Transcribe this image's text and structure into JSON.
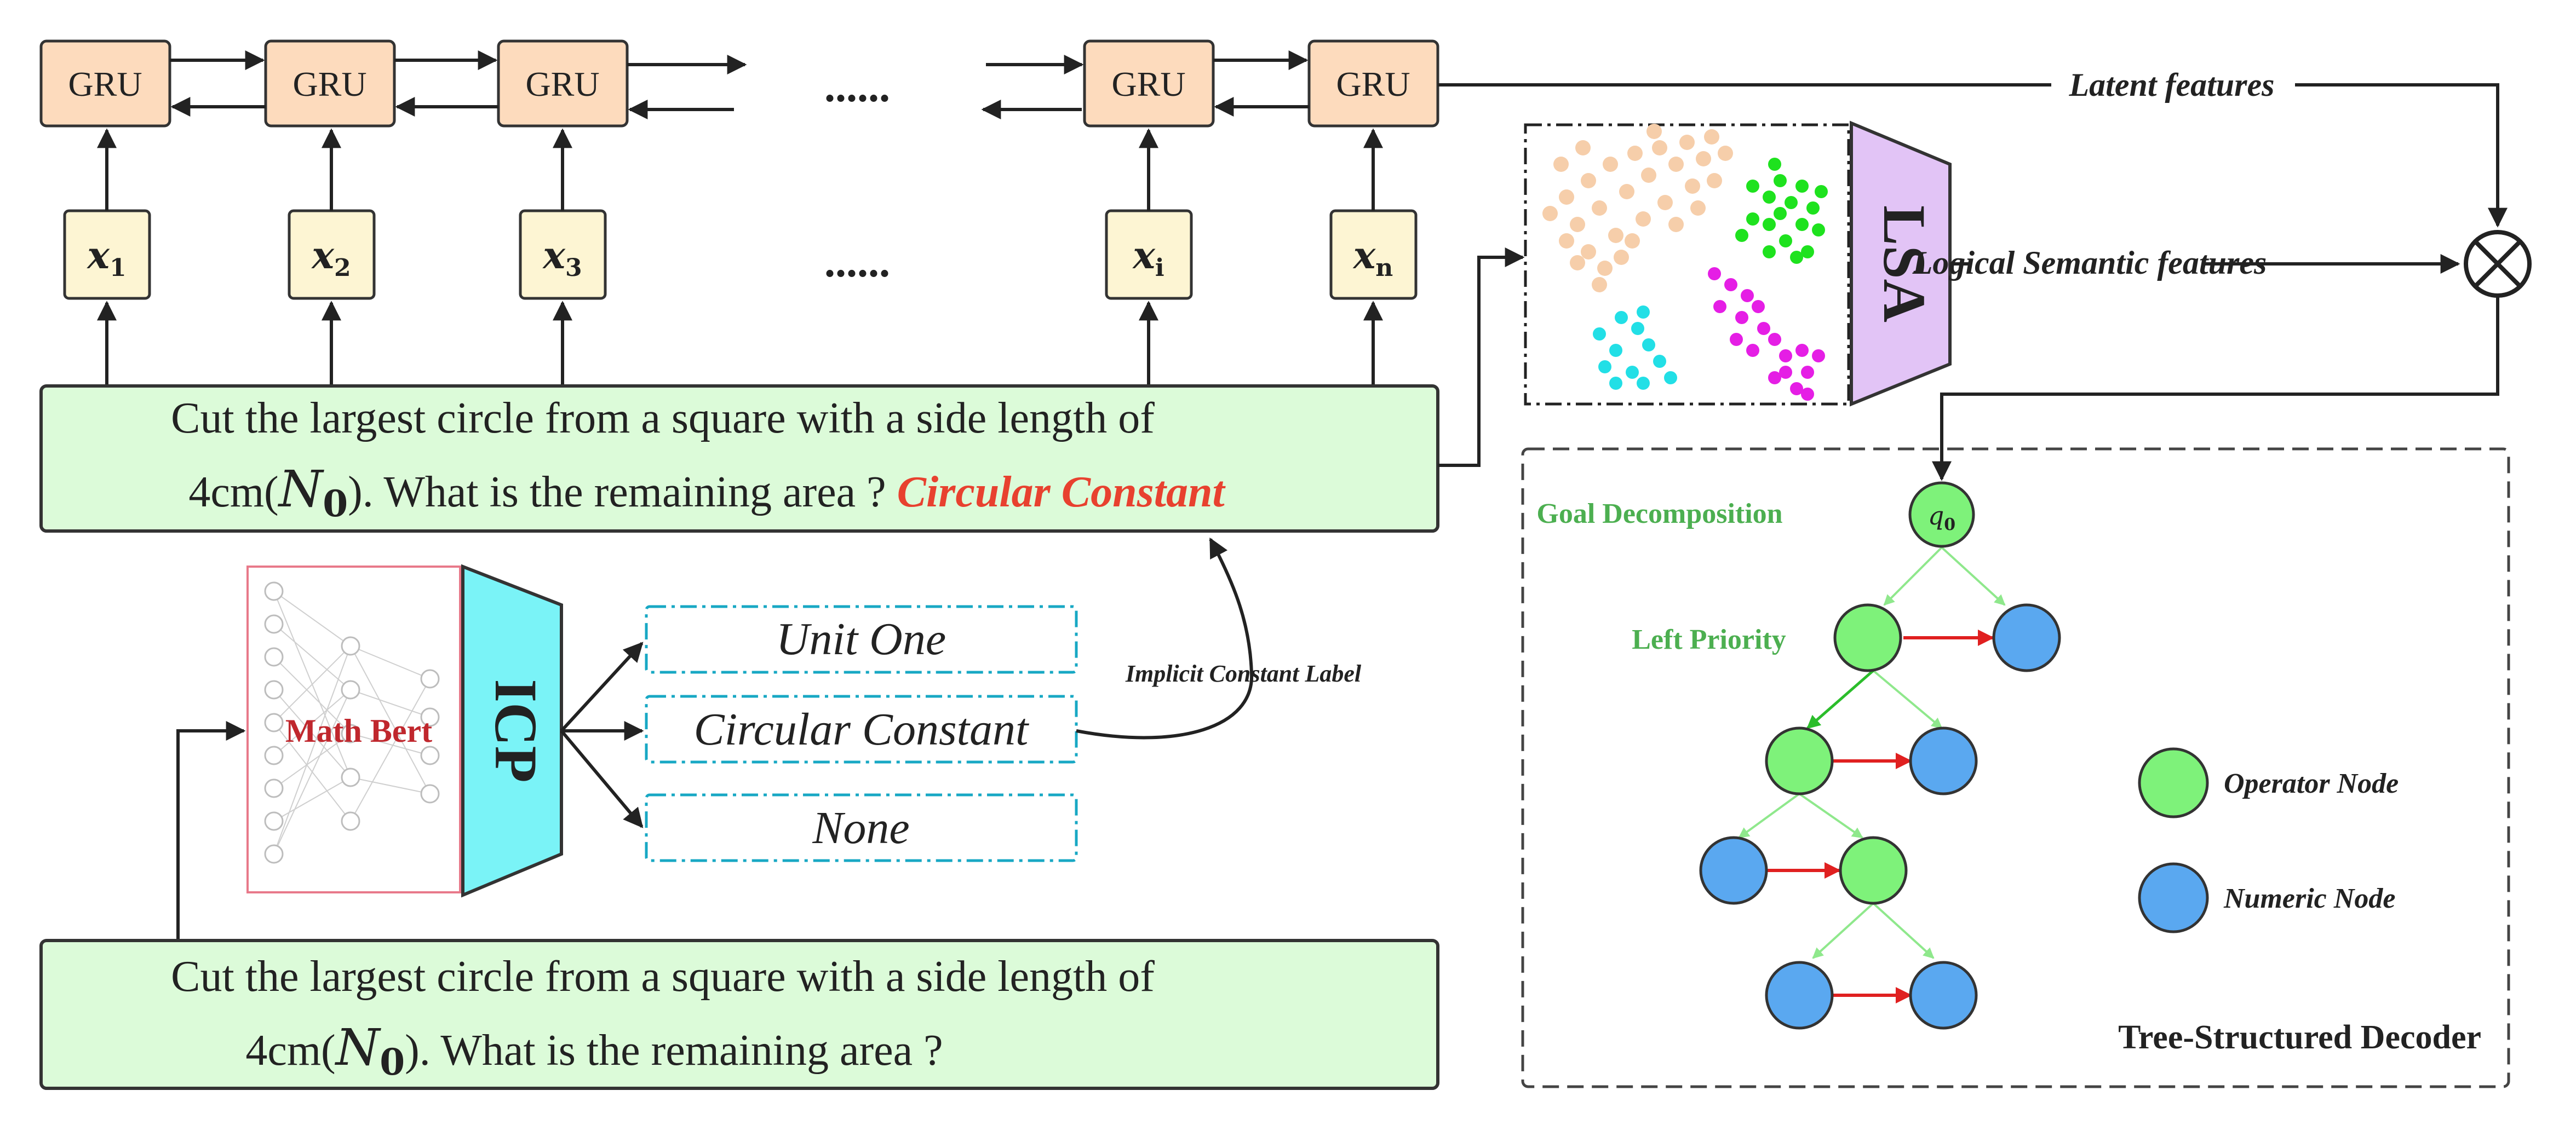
{
  "encoder": {
    "gru_label": "GRU",
    "ellipsis": "......",
    "inputs": [
      {
        "base": "x",
        "sub": "1"
      },
      {
        "base": "x",
        "sub": "2"
      },
      {
        "base": "x",
        "sub": "3"
      },
      {
        "base": "x",
        "sub": "i"
      },
      {
        "base": "x",
        "sub": "n"
      }
    ]
  },
  "top_question": {
    "line1": "Cut the largest circle from a square with a side length of",
    "line2_prefix": "4cm(",
    "var_base": "N",
    "var_sub": "0",
    "line2_suffix": "). What is the remaining area ? ",
    "highlight": "Circular Constant"
  },
  "bottom_question": {
    "line1": "Cut the largest circle from a square with a side length of",
    "line2_prefix": "4cm(",
    "var_base": "N",
    "var_sub": "0",
    "line2_suffix": "). What is the remaining area ?"
  },
  "bert_label": "Math Bert",
  "icp_label": "ICP",
  "icp_options": [
    "Unit One",
    "Circular Constant",
    "None"
  ],
  "implicit_label": "Implicit Constant Label",
  "lsa_label": "LSA",
  "latent_label": "Latent features",
  "semantic_label": "Logical Semantic features",
  "decoder": {
    "title": "Tree-Structured Decoder",
    "goal_label": "Goal Decomposition",
    "left_priority_label": "Left Priority",
    "root_symbol": "q",
    "root_sub": "0",
    "legend": {
      "operator": "Operator Node",
      "numeric": "Numeric Node"
    }
  },
  "colors": {
    "gru_fill": "#fddbbd",
    "input_fill": "#fdf5d3",
    "question_fill": "#dcfbd9",
    "icp_fill": "#7af3f7",
    "lsa_fill": "#e2c4f6",
    "option_border": "#18a8c4",
    "operator_node": "#7ef27a",
    "numeric_node": "#5aa8f0",
    "highlight_red": "#e8412f",
    "label_green": "#4caf50"
  }
}
